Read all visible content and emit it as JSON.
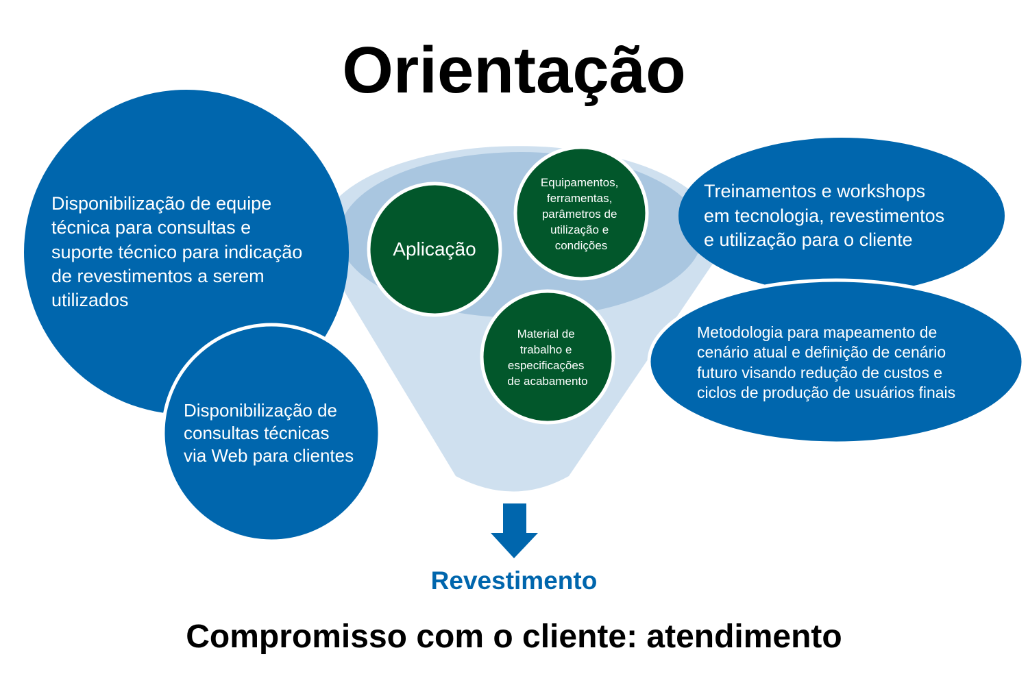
{
  "title": "Orientação",
  "left_circles": [
    {
      "lines": [
        "Disponibilização de equipe",
        "técnica para consultas e",
        "suporte técnico para indicação",
        "de revestimentos a serem",
        "utilizados"
      ]
    },
    {
      "lines": [
        "Disponibilização de",
        "consultas técnicas",
        "via Web para clientes"
      ]
    }
  ],
  "funnel_items": [
    {
      "lines": [
        "Aplicação"
      ]
    },
    {
      "lines": [
        "Equipamentos,",
        "ferramentas,",
        "parâmetros de",
        "utilização e",
        "condições"
      ]
    },
    {
      "lines": [
        "Material de",
        "trabalho e",
        "especificações",
        "de acabamento"
      ]
    }
  ],
  "right_ellipses": [
    {
      "lines": [
        "Treinamentos e workshops",
        "em tecnologia, revestimentos",
        "e utilização para o cliente"
      ]
    },
    {
      "lines": [
        "Metodologia para mapeamento de",
        "cenário atual e definição de cenário",
        "futuro visando redução de custos e",
        "ciclos de produção de usuários finais"
      ]
    }
  ],
  "output_label": "Revestimento",
  "footer": "Compromisso com o cliente: atendimento",
  "colors": {
    "blue": "#0066ad",
    "green": "#02572b",
    "funnel_outer": "#cfe0ef",
    "funnel_inner": "#a9c6e0"
  }
}
